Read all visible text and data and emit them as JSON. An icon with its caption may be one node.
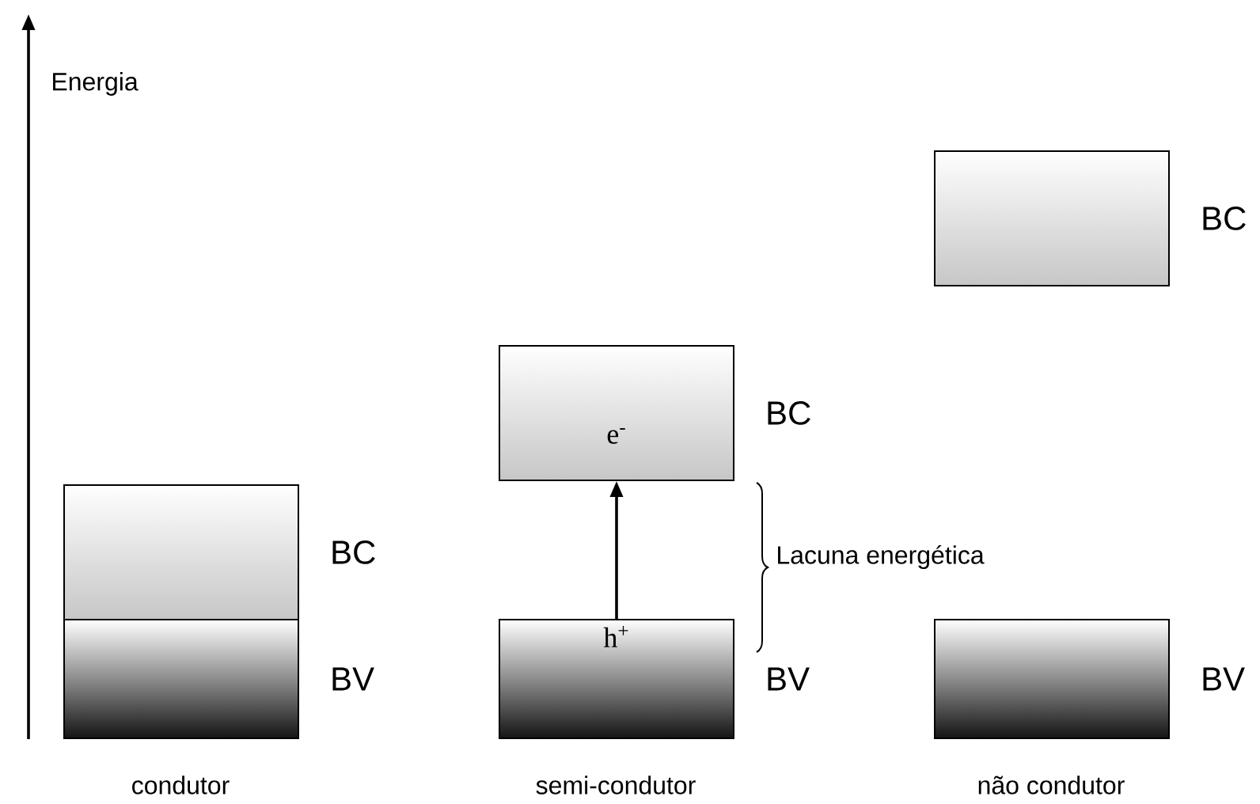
{
  "diagram": {
    "nodes": [
      {
        "text": [],
        "shape": "box",
        "beside": [
          "BC"
        ]
      },
      {
        "text": [],
        "shape": "box",
        "beside": [
          "BV"
        ]
      },
      {
        "text": [
          "e$^{-}$"
        ],
        "beside": [
          "BC"
        ]
      },
      {
        "text": [
          "h$^{+}$"
        ],
        "beside": [
          "BV"
        ]
      },
      {
        "text": [],
        "shape": "box",
        "beside": [
          "BC"
        ]
      },
      {
        "text": [],
        "shape": "box",
        "beside": [
          "BV"
        ]
      }
    ],
    "edges": [
      {
        "from": 3,
        "to": 2,
        "arrow": "to"
      }
    ],
    "labels": [
      "Energia",
      "Lacuna energética",
      "condutor",
      "semi-condutor",
      "não condutor"
    ]
  }
}
